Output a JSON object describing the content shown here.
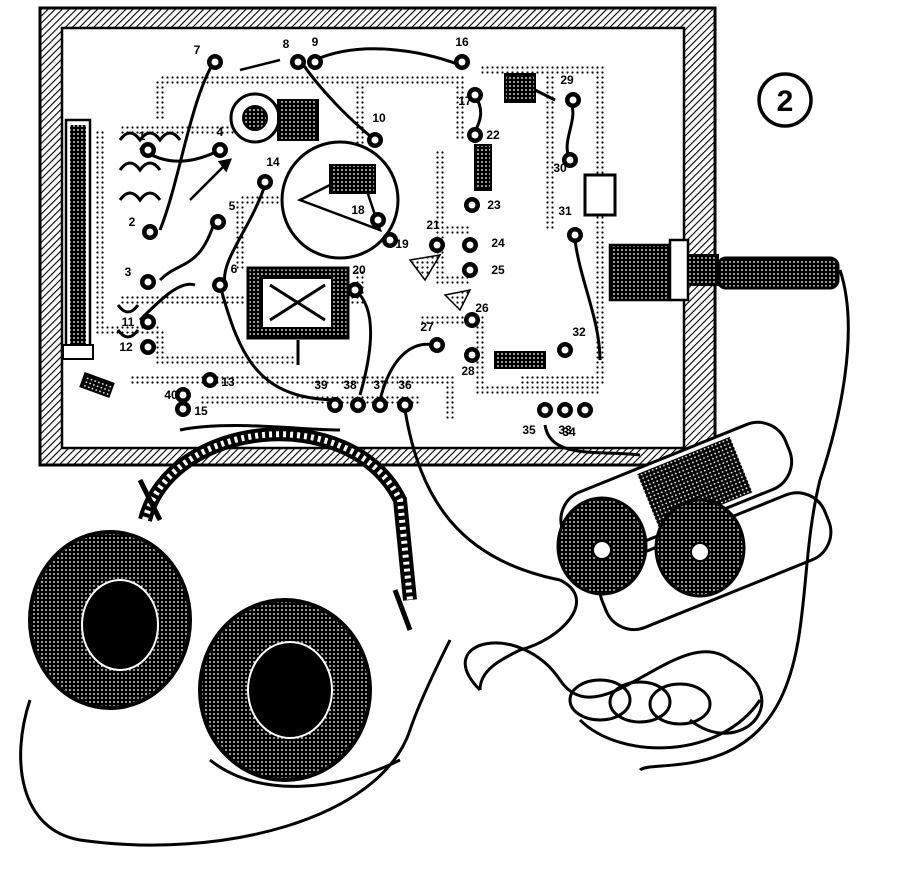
{
  "figure": {
    "number": "2"
  },
  "terminals": [
    {
      "id": "t1",
      "label": "1"
    },
    {
      "id": "t2",
      "label": "2"
    },
    {
      "id": "t3",
      "label": "3"
    },
    {
      "id": "t4",
      "label": "4"
    },
    {
      "id": "t5",
      "label": "5"
    },
    {
      "id": "t6",
      "label": "6"
    },
    {
      "id": "t7",
      "label": "7"
    },
    {
      "id": "t8",
      "label": "8"
    },
    {
      "id": "t9",
      "label": "9"
    },
    {
      "id": "t10",
      "label": "10"
    },
    {
      "id": "t11",
      "label": "11"
    },
    {
      "id": "t12",
      "label": "12"
    },
    {
      "id": "t13",
      "label": "13"
    },
    {
      "id": "t14",
      "label": "14"
    },
    {
      "id": "t15",
      "label": "15"
    },
    {
      "id": "t16",
      "label": "16"
    },
    {
      "id": "t17",
      "label": "17"
    },
    {
      "id": "t18",
      "label": "18"
    },
    {
      "id": "t19",
      "label": "19"
    },
    {
      "id": "t20",
      "label": "20"
    },
    {
      "id": "t21",
      "label": "21"
    },
    {
      "id": "t22",
      "label": "22"
    },
    {
      "id": "t23",
      "label": "23"
    },
    {
      "id": "t24",
      "label": "24"
    },
    {
      "id": "t25",
      "label": "25"
    },
    {
      "id": "t26",
      "label": "26"
    },
    {
      "id": "t27",
      "label": "27"
    },
    {
      "id": "t28",
      "label": "28"
    },
    {
      "id": "t29",
      "label": "29"
    },
    {
      "id": "t30",
      "label": "30"
    },
    {
      "id": "t31",
      "label": "31"
    },
    {
      "id": "t32",
      "label": "32"
    },
    {
      "id": "t33",
      "label": "33"
    },
    {
      "id": "t34",
      "label": "34"
    },
    {
      "id": "t35",
      "label": "35"
    },
    {
      "id": "t36",
      "label": "36"
    },
    {
      "id": "t37",
      "label": "37"
    },
    {
      "id": "t38",
      "label": "38"
    },
    {
      "id": "t39",
      "label": "39"
    },
    {
      "id": "t40",
      "label": "40"
    }
  ],
  "components": [
    "wooden-frame",
    "circuit-board",
    "tuning-coil",
    "variable-capacitor-dial",
    "variable-capacitor-rotor",
    "relay-transformer",
    "crystal-detector",
    "small-capacitor",
    "resistor",
    "phone-jack",
    "plug-handle",
    "battery-pair",
    "headphones",
    "coiled-cord"
  ]
}
